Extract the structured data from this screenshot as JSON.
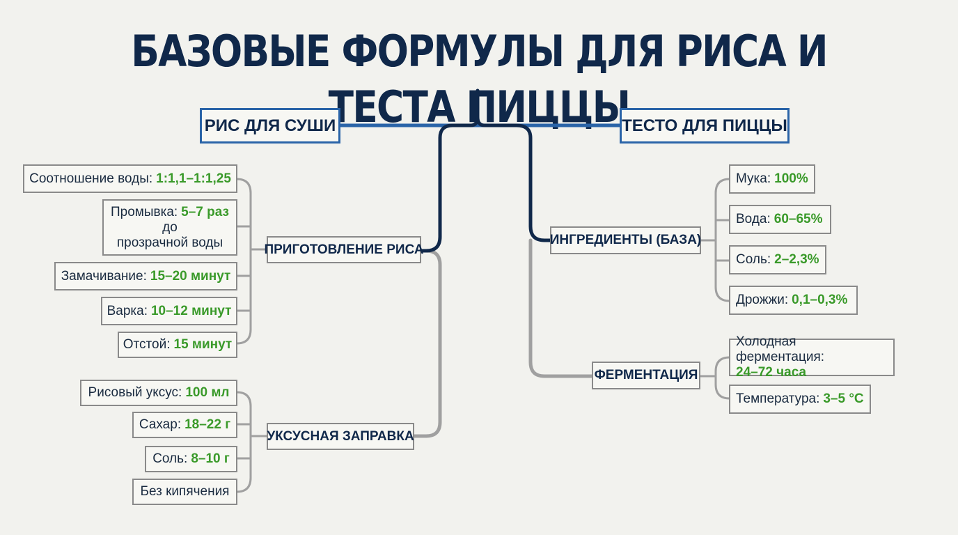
{
  "title": "БАЗОВЫЕ ФОРМУЛЫ ДЛЯ РИСА И ТЕСТА ПИЦЦЫ",
  "colors": {
    "navy": "#10284a",
    "blue": "#2a64a8",
    "gray": "#9a9a9a",
    "green": "#3a9a2a"
  },
  "sushi": {
    "label": "РИС ДЛЯ СУШИ",
    "prep": {
      "label": "ПРИГОТОВЛЕНИЕ РИСА",
      "ratio": {
        "text": "Соотношение воды:",
        "value": "1:1,1–1:1,25"
      },
      "wash": {
        "text": "Промывка:",
        "value": "5–7 раз",
        "line2": "до",
        "line3": "прозрачной воды"
      },
      "soak": {
        "text": "Замачивание:",
        "value": "15–20 минут"
      },
      "cook": {
        "text": "Варка:",
        "value": "10–12 минут"
      },
      "rest": {
        "text": "Отстой:",
        "value": "15 минут"
      }
    },
    "dressing": {
      "label": "УКСУСНАЯ ЗАПРАВКА",
      "vinegar": {
        "text": "Рисовый уксус:",
        "value": "100 мл"
      },
      "sugar": {
        "text": "Сахар:",
        "value": "18–22 г"
      },
      "salt": {
        "text": "Соль:",
        "value": "8–10 г"
      },
      "noboil": {
        "text": "Без кипячения"
      }
    }
  },
  "pizza": {
    "label": "ТЕСТО ДЛЯ ПИЦЦЫ",
    "ingredients": {
      "label": "ИНГРЕДИЕНТЫ (БАЗА)",
      "flour": {
        "text": "Мука:",
        "value": "100%"
      },
      "water": {
        "text": "Вода:",
        "value": "60–65%"
      },
      "salt": {
        "text": "Соль:",
        "value": "2–2,3%"
      },
      "yeast": {
        "text": "Дрожжи:",
        "value": "0,1–0,3%"
      }
    },
    "fermentation": {
      "label": "ФЕРМЕНТАЦИЯ",
      "cold": {
        "text": "Холодная ферментация:",
        "value": "24–72 часа"
      },
      "temp": {
        "text": "Температура:",
        "value": "3–5 °C"
      }
    }
  }
}
